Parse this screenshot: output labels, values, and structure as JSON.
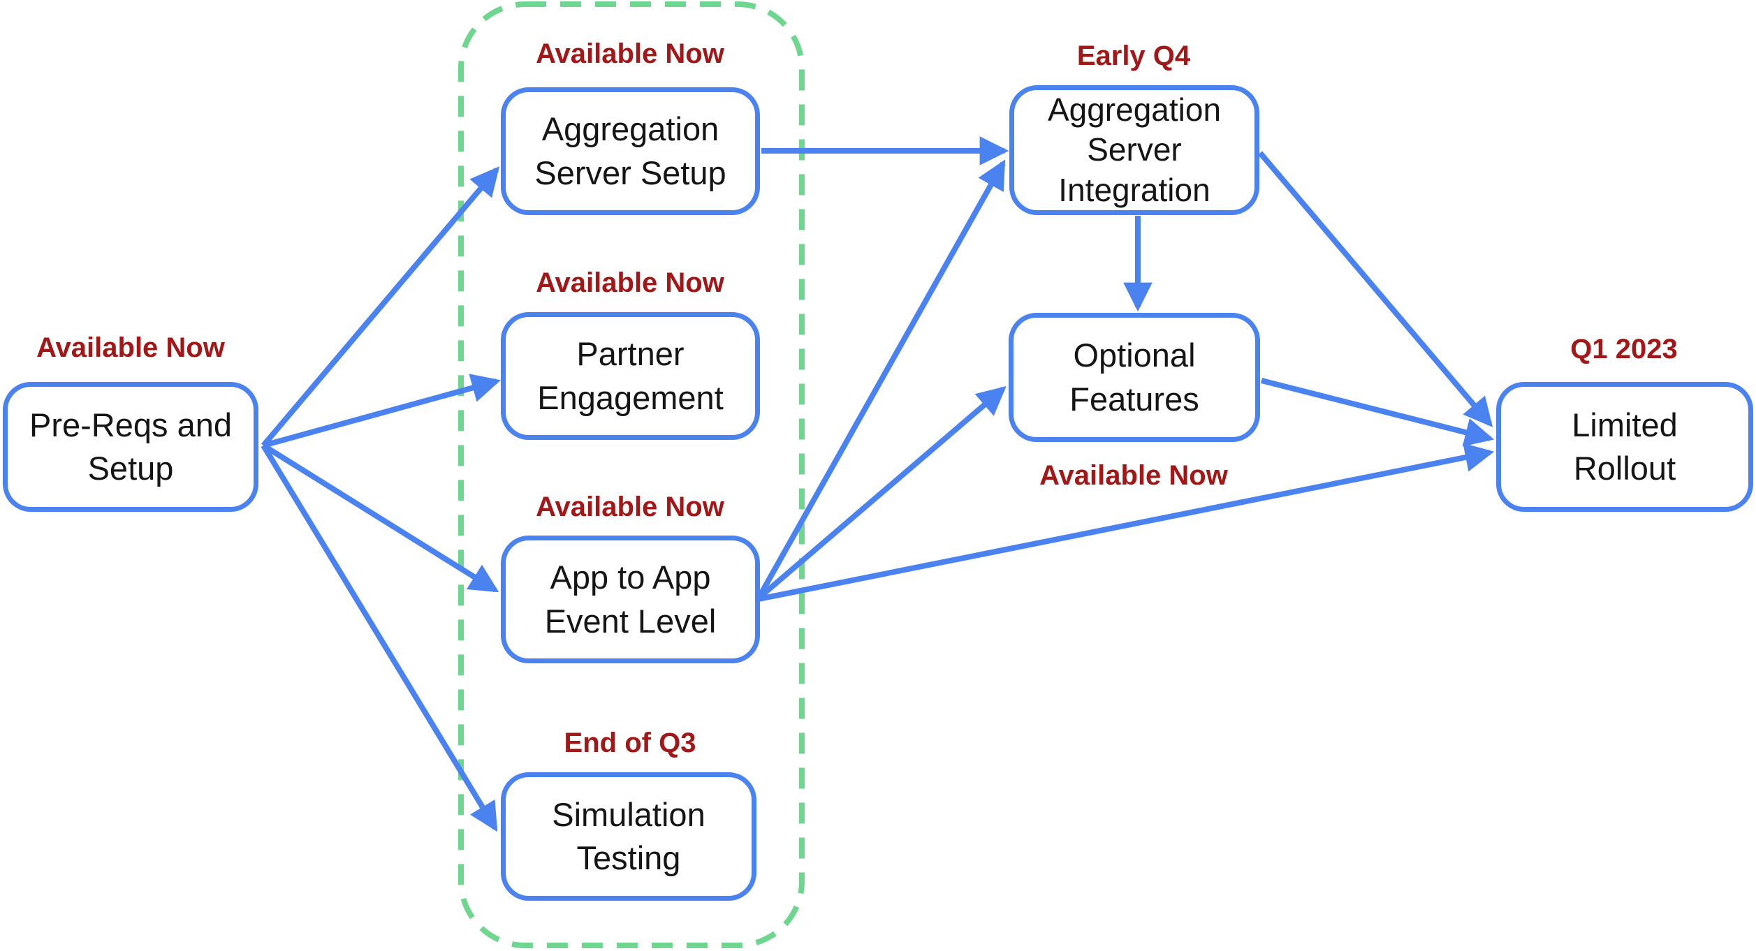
{
  "diagram": {
    "type": "flowchart-roadmap",
    "colors": {
      "node_border_blue": "#4A82F0",
      "arrow_blue": "#4A82F0",
      "group_outline_green": "#6ED68F",
      "status_text_red": "#A21717",
      "node_text": "#151515",
      "background": "#ffffff"
    },
    "nodes": [
      {
        "id": "pre_reqs_and_setup",
        "label": "Pre-Reqs and\nSetup",
        "status": "Available Now"
      },
      {
        "id": "aggregation_server_setup",
        "label": "Aggregation\nServer Setup",
        "status": "Available Now"
      },
      {
        "id": "partner_engagement",
        "label": "Partner\nEngagement",
        "status": "Available Now"
      },
      {
        "id": "app_to_app_event_level",
        "label": "App to App\nEvent Level",
        "status": "Available Now"
      },
      {
        "id": "simulation_testing",
        "label": "Simulation\nTesting",
        "status": "End of Q3"
      },
      {
        "id": "aggregation_server_integration",
        "label": "Aggregation\nServer\nIntegration",
        "status": "Early Q4"
      },
      {
        "id": "optional_features",
        "label": "Optional\nFeatures",
        "status": "Available Now"
      },
      {
        "id": "limited_rollout",
        "label": "Limited\nRollout",
        "status": "Q1 2023"
      }
    ],
    "group": {
      "style": "green-dashed-outline",
      "members": [
        "aggregation_server_setup",
        "partner_engagement",
        "app_to_app_event_level",
        "simulation_testing"
      ]
    },
    "edges": [
      {
        "from": "pre_reqs_and_setup",
        "to": "aggregation_server_setup"
      },
      {
        "from": "pre_reqs_and_setup",
        "to": "partner_engagement"
      },
      {
        "from": "pre_reqs_and_setup",
        "to": "app_to_app_event_level"
      },
      {
        "from": "pre_reqs_and_setup",
        "to": "simulation_testing"
      },
      {
        "from": "aggregation_server_setup",
        "to": "aggregation_server_integration"
      },
      {
        "from": "app_to_app_event_level",
        "to": "aggregation_server_integration"
      },
      {
        "from": "app_to_app_event_level",
        "to": "optional_features"
      },
      {
        "from": "app_to_app_event_level",
        "to": "limited_rollout"
      },
      {
        "from": "aggregation_server_integration",
        "to": "optional_features"
      },
      {
        "from": "aggregation_server_integration",
        "to": "limited_rollout"
      },
      {
        "from": "optional_features",
        "to": "limited_rollout"
      }
    ]
  }
}
